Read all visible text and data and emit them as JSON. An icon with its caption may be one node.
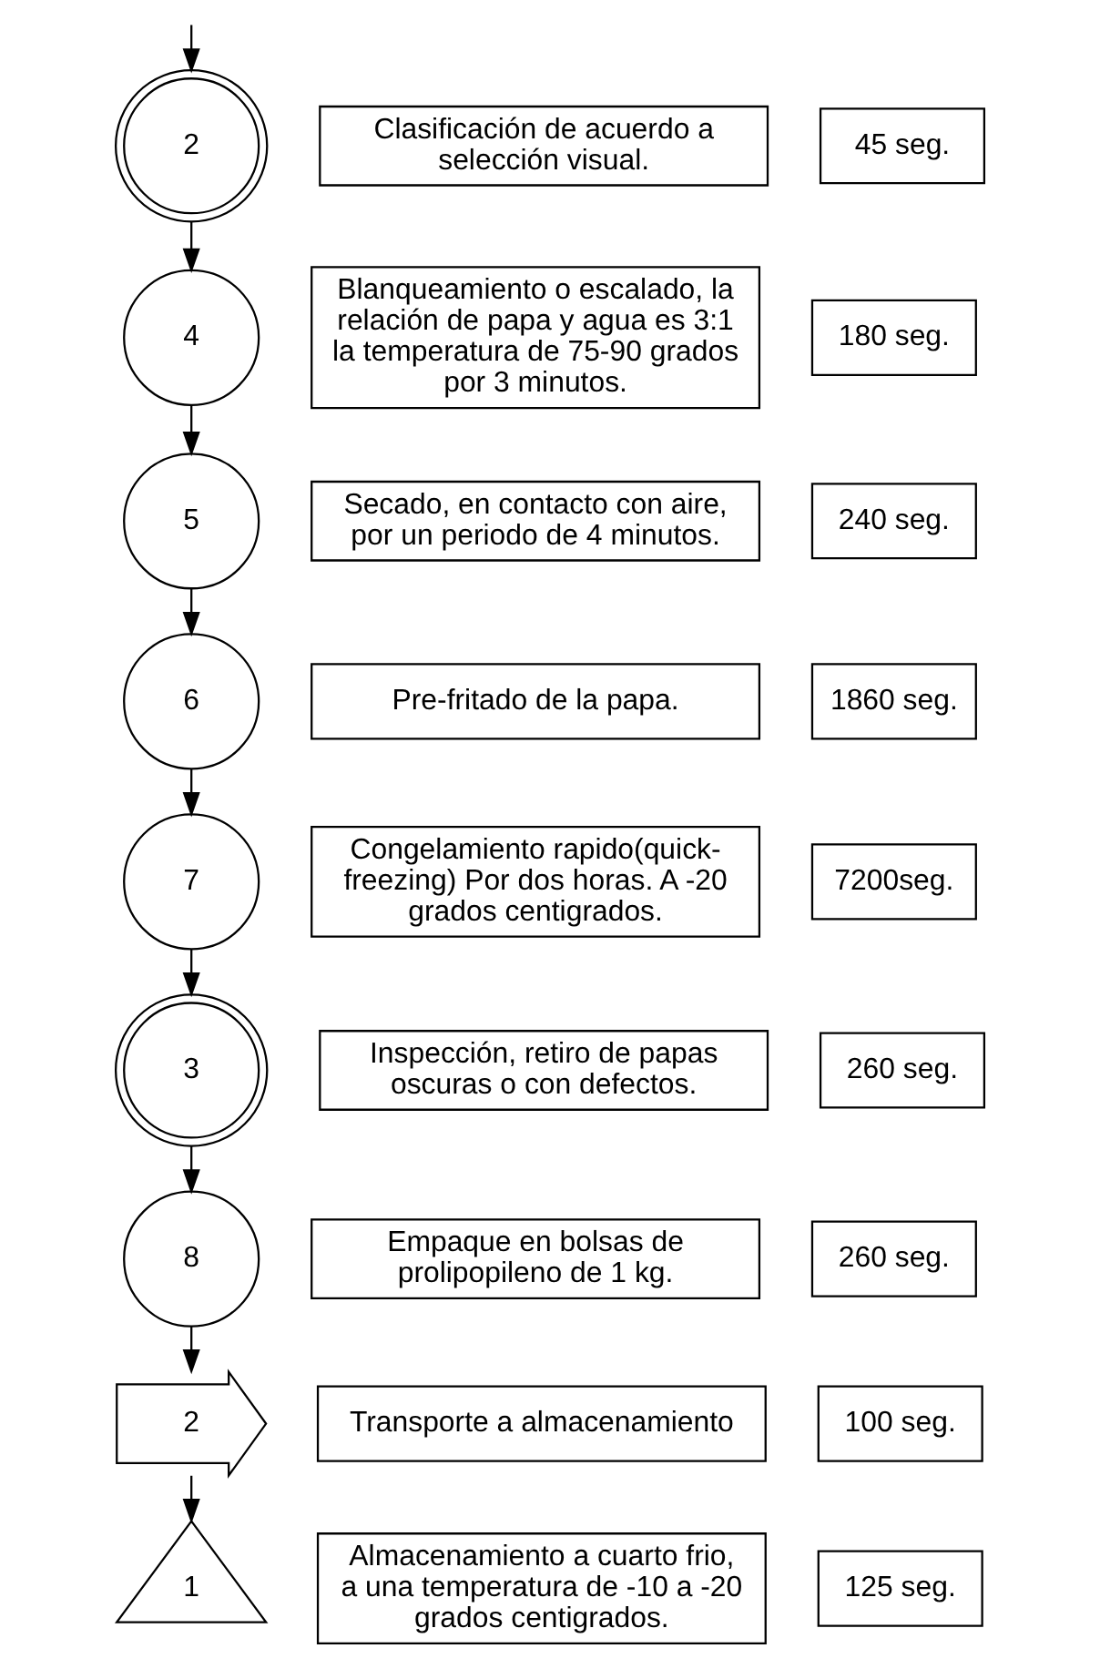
{
  "diagram": {
    "nodes": [
      {
        "text": [
          "2"
        ]
      },
      {
        "text": [
          "Clasificación de acuerdo a selección visual."
        ]
      },
      {
        "text": [
          "45 seg."
        ]
      },
      {
        "text": [
          "4"
        ]
      },
      {
        "text": [
          "Blanqueamiento o escalado, la relación de papa y agua es 3:1 la temperatura de 75-90 grados por 3 minutos."
        ]
      },
      {
        "text": [
          "180 seg."
        ]
      },
      {
        "text": [
          "5"
        ]
      },
      {
        "text": [
          "Secado, en contacto con aire, por un periodo de 4 minutos."
        ]
      },
      {
        "text": [
          "240 seg."
        ]
      },
      {
        "text": [
          "6"
        ]
      },
      {
        "text": [
          "Pre-fritado de la papa."
        ]
      },
      {
        "text": [
          "1860 seg."
        ]
      },
      {
        "text": [
          "7"
        ]
      },
      {
        "text": [
          "Congelamiento rapido(quick-freezing) Por dos horas. A -20 grados centigrados."
        ]
      },
      {
        "text": [
          "7200seg."
        ]
      },
      {
        "text": [
          "3"
        ]
      },
      {
        "text": [
          "Inspección, retiro de papas oscuras o con defectos."
        ]
      },
      {
        "text": [
          "260 seg."
        ]
      },
      {
        "text": [
          "8"
        ]
      },
      {
        "text": [
          "Empaque en bolsas de prolipopileno de 1 kg."
        ]
      },
      {
        "text": [
          "260 seg."
        ]
      },
      {
        "text": [
          "2"
        ]
      },
      {
        "text": [
          "Transporte a almacenamiento"
        ]
      },
      {
        "text": [
          "100 seg."
        ]
      },
      {
        "text": [
          "1"
        ]
      },
      {
        "text": [
          "Almacenamiento a cuarto frio, a una temperatura de -10 a -20 grados centigrados."
        ]
      },
      {
        "text": [
          "125 seg."
        ]
      }
    ],
    "edges": [
      {
        "from": null,
        "to": 0,
        "arrow": "to"
      },
      {
        "from": 0,
        "to": 3,
        "arrow": "to"
      },
      {
        "from": 3,
        "to": 6,
        "arrow": "to"
      },
      {
        "from": 6,
        "to": 9,
        "arrow": "to"
      },
      {
        "from": 9,
        "to": 12,
        "arrow": "to"
      },
      {
        "from": 12,
        "to": 15,
        "arrow": "to"
      },
      {
        "from": 15,
        "to": 18,
        "arrow": "to"
      },
      {
        "from": 18,
        "to": 21,
        "arrow": "to"
      },
      {
        "from": 21,
        "to": 24,
        "arrow": "to"
      }
    ]
  }
}
